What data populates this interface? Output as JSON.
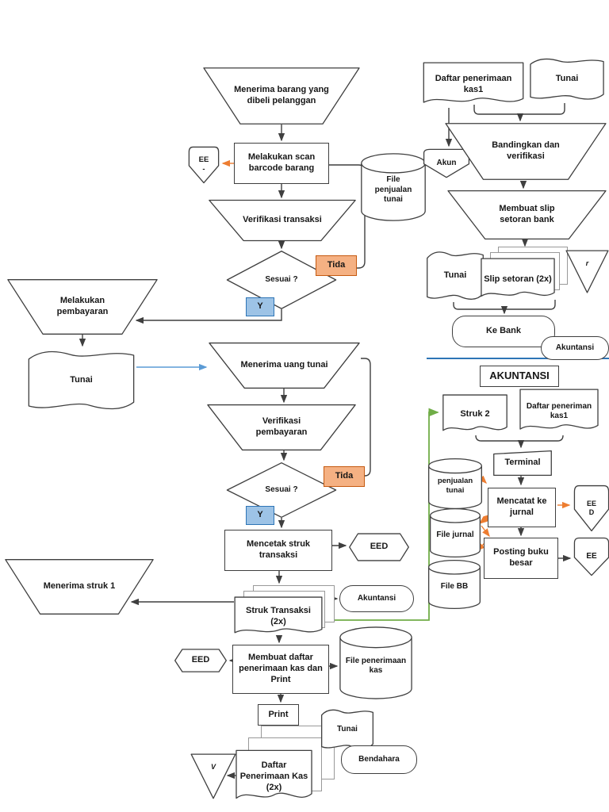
{
  "colors": {
    "line": "#3f3f3f",
    "tida_fill": "#F5B183",
    "tida_border": "#C55A11",
    "y_fill": "#9DC3E6",
    "y_border": "#2E75B6",
    "orange_arrow": "#ED7D31",
    "blue_arrow": "#5B9BD5",
    "green_arrow": "#70AD47",
    "divider": "#2E75B6",
    "stack_border": "#999999"
  },
  "nodes": {
    "receive_goods": "Menerima barang yang dibeli pelanggan",
    "scan_barcode": "Melakukan scan barcode barang",
    "ee_scan": [
      "EE",
      "-"
    ],
    "file_penjualan": "File penjualan tunai",
    "verif_transaksi": "Verifikasi transaksi",
    "sesuai1": "Sesuai ?",
    "tida1": "Tida",
    "y1": "Y",
    "melakukan_pembayaran": "Melakukan pembayaran",
    "tunai_kasir": "Tunai",
    "menerima_uang": "Menerima uang tunai",
    "verif_pembayaran": "Verifikasi pembayaran",
    "sesuai2": "Sesuai ?",
    "tida2": "Tida",
    "y2": "Y",
    "mencetak_struk": "Mencetak struk transaksi",
    "eed_cetak": "EED",
    "struk_transaksi": "Struk Transaksi (2x)",
    "akuntansi_ref1": "Akuntansi",
    "menerima_struk": "Menerima struk 1",
    "membuat_daftar": "Membuat daftar penerimaan kas dan Print",
    "eed_daftar": "EED",
    "file_penerimaan": "File penerimaan kas",
    "print": "Print",
    "tunai_print": "Tunai",
    "daftar_penerimaan": "Daftar Penerimaan Kas (2x)",
    "bendahara": "Bendahara",
    "arsip_v": "V",
    "daftar_kas1": "Daftar penerimaan kas1",
    "tunai_bank": "Tunai",
    "akun": "Akun",
    "bandingkan": "Bandingkan dan verifikasi",
    "membuat_slip": "Membuat slip setoran bank",
    "tunai_slip": "Tunai",
    "slip_setoran": "Slip setoran (2x)",
    "arsip_r": "r",
    "ke_bank": "Ke Bank",
    "akuntansi_ref2": "Akuntansi",
    "akuntansi_header": "AKUNTANSI",
    "struk2": "Struk 2",
    "daftar_kas1_akt": "Daftar peneriman kas1",
    "terminal": "Terminal",
    "penjualan_tunai": "penjualan tunai",
    "mencatat_jurnal": "Mencatat ke jurnal",
    "ee_d": [
      "EE",
      "D"
    ],
    "ee_posting": [
      "EE"
    ],
    "file_jurnal": "File jurnal",
    "posting": "Posting buku besar",
    "file_bb": "File BB"
  }
}
